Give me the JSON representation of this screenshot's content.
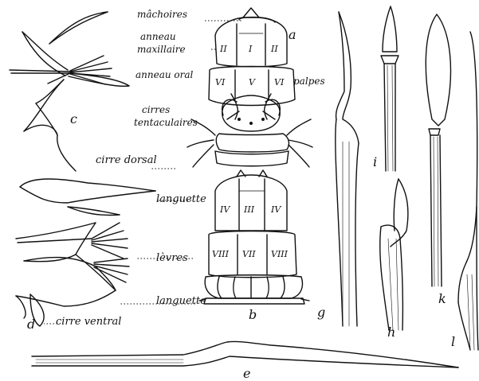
{
  "labels": {
    "machoires": "mâchoires",
    "anneau": "anneau",
    "maxillaire": "maxillaire",
    "anneau_oral": "anneau oral",
    "cirres": "cirres",
    "tentaculaires": "tentaculaires",
    "palpes": "palpes",
    "cirre_dorsal": "cirre dorsal",
    "languette_top": "languette",
    "levres": "lèvres",
    "languette_bottom": "languette",
    "cirre_ventral": "cirre ventral"
  },
  "figure_letters": {
    "a": "a",
    "b": "b",
    "c": "c",
    "d": "d",
    "e": "e",
    "g": "g",
    "h": "h",
    "i": "i",
    "k": "k",
    "l": "l"
  },
  "segments_a": {
    "I": "I",
    "II_left": "II",
    "II_right": "II",
    "V": "V",
    "VI_left": "VI",
    "VI_right": "VI"
  },
  "segments_b": {
    "III": "III",
    "IV_left": "IV",
    "IV_right": "IV",
    "VII": "VII",
    "VIII_left": "VIII",
    "VIII_right": "VIII"
  }
}
